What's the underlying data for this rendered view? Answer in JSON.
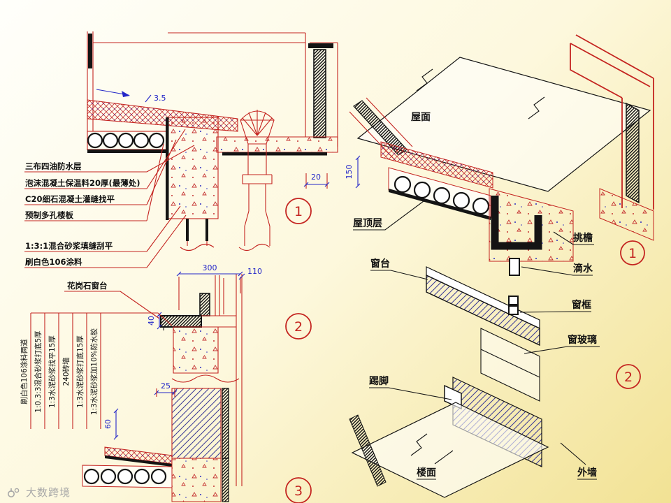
{
  "colors": {
    "line_red": "#c42420",
    "dim_blue": "#2326c8",
    "ink_black": "#141414"
  },
  "watermark": {
    "text": "大数跨境"
  },
  "detail1": {
    "number": "1",
    "slope": "3.5",
    "dim_cap": "20",
    "dim_height": "150",
    "callouts": [
      "三布四油防水层",
      "泡沫混凝土保温料20厚(最薄处)",
      "C20细石混凝土灌缝找平",
      "预制多孔楼板",
      "1:3:1混合砂浆填缝刮平",
      "刷白色106涂料"
    ]
  },
  "detail2": {
    "number": "2",
    "label_sill": "花岗石窗台",
    "dim_width": "300",
    "dim_offset": "110",
    "dim_thickness": "40"
  },
  "detail3": {
    "number": "3",
    "dim_ledge": "25",
    "dim_height": "60",
    "layers": [
      "刷白色106涂料两道",
      "1:0.3:3混合砂浆打底5厚",
      "1:3水泥砂浆找平15厚",
      "240砖墙",
      "1:3水泥砂浆打底15厚",
      "1:3水泥砂浆加10%防水胶"
    ]
  },
  "axon": {
    "number1": "1",
    "number2": "2",
    "roof": "屋面",
    "roof_layer": "屋顶层",
    "eave": "挑檐",
    "drip": "滴水",
    "sill": "窗台",
    "frame": "窗框",
    "glass": "窗玻璃",
    "skirting": "踢脚",
    "floor": "楼面",
    "wall": "外墙"
  }
}
